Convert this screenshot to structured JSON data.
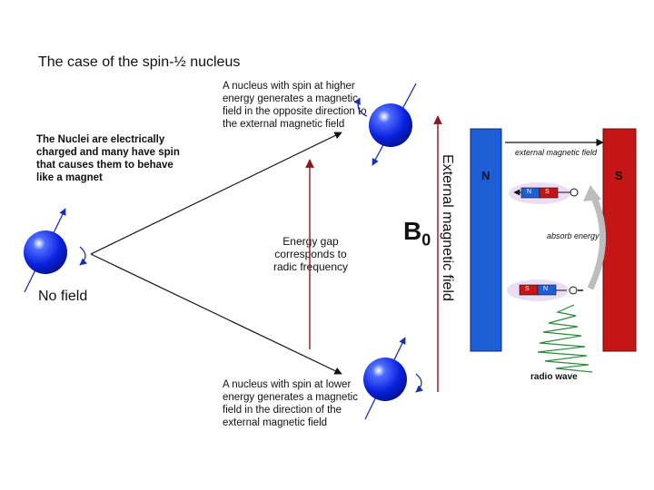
{
  "title": "The case of the spin-½ nucleus",
  "intro": "The Nuclei are electrically charged and many have spin that causes them to behave like a magnet",
  "high_energy_text": "A nucleus with spin at higher energy generates a magnetic field in the opposite direction to the external magnetic field",
  "low_energy_text": "A nucleus with spin at lower energy generates a magnetic field in the direction of the external magnetic field",
  "energy_gap_text": "Energy gap corresponds to radic frequency",
  "no_field_label": "No field",
  "b0_label": "B",
  "b0_sub": "0",
  "external_field_label": "External magnetic field",
  "magnet": {
    "north": "N",
    "south": "S",
    "field_label": "external magnetic field",
    "absorb_label": "absorb energy",
    "radio_label": "radio wave",
    "bar_n": "N",
    "bar_s": "S"
  },
  "colors": {
    "nucleus": "#0a22e0",
    "arrow_red": "#8b1a1a",
    "north_pole": "#1f5fd6",
    "south_pole": "#c41616",
    "radio_wave": "#2a8a3a"
  }
}
